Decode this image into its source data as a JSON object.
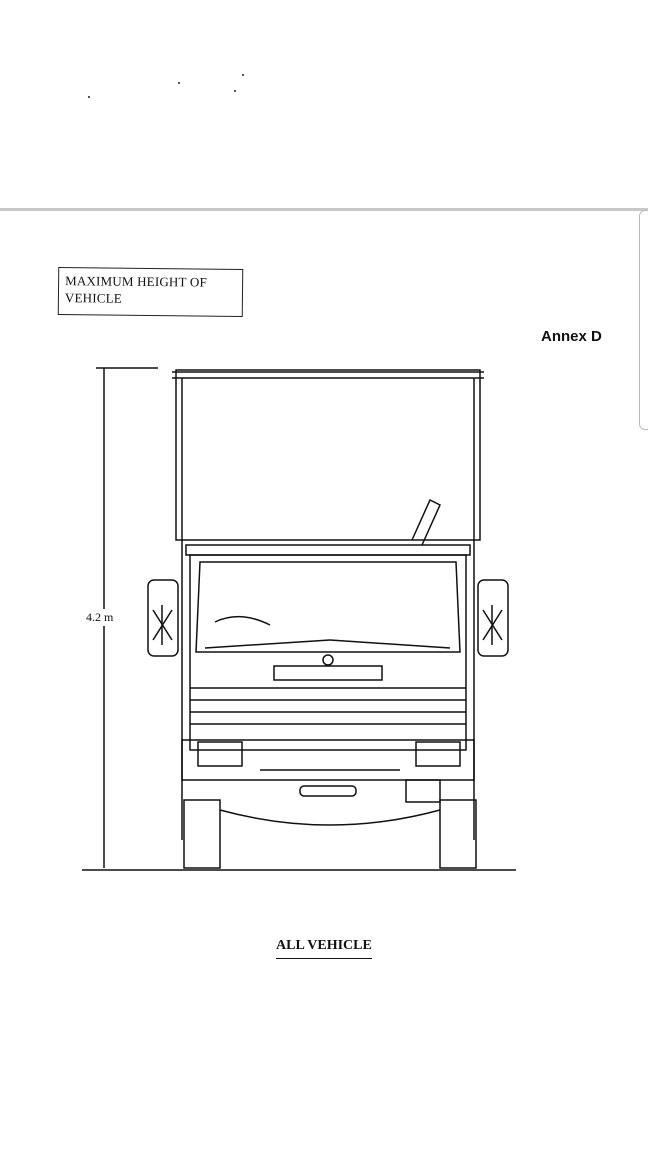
{
  "document": {
    "title_box": "MAXIMUM HEIGHT OF VEHICLE",
    "annex": "Annex D",
    "height_label": "4.2 m",
    "caption": "ALL VEHICLE"
  }
}
